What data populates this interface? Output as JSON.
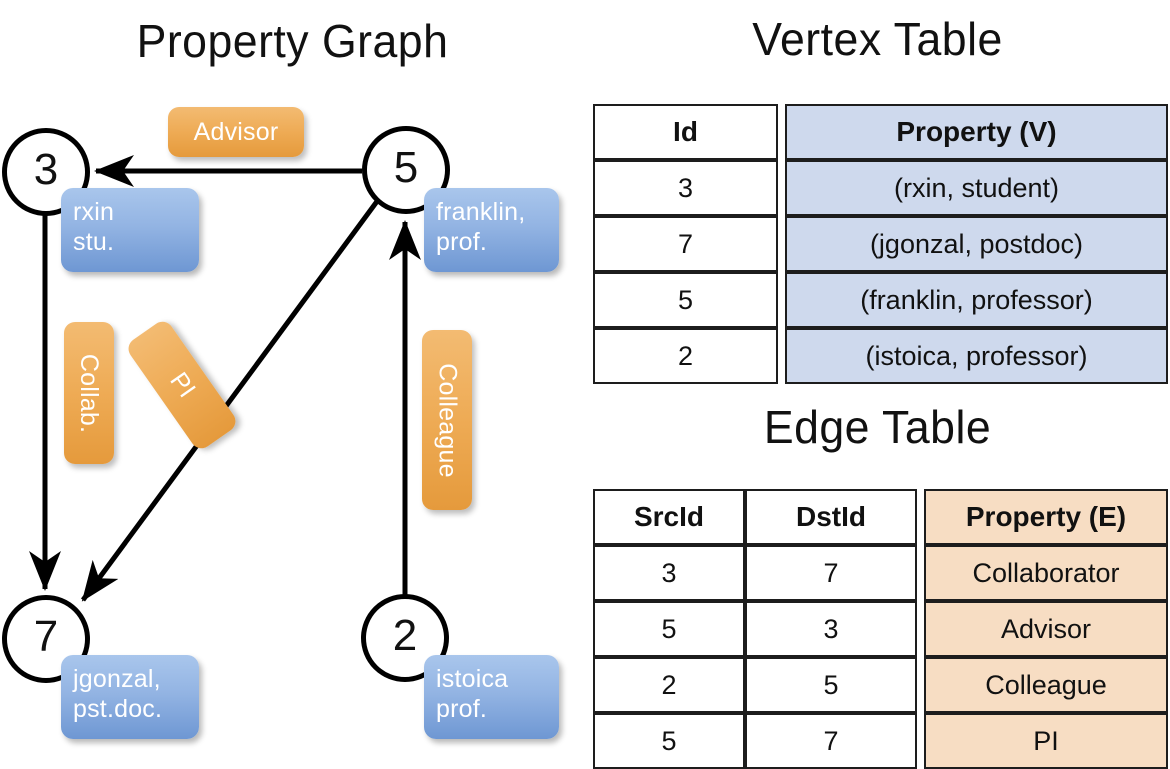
{
  "titles": {
    "property_graph": "Property Graph",
    "vertex_table": "Vertex Table",
    "edge_table": "Edge Table"
  },
  "graph": {
    "nodes": [
      {
        "id": "3",
        "label": "3",
        "property_lines": [
          "rxin",
          "stu."
        ]
      },
      {
        "id": "5",
        "label": "5",
        "property_lines": [
          "franklin,",
          "prof."
        ]
      },
      {
        "id": "7",
        "label": "7",
        "property_lines": [
          "jgonzal,",
          "pst.doc."
        ]
      },
      {
        "id": "2",
        "label": "2",
        "property_lines": [
          "istoica",
          "prof."
        ]
      }
    ],
    "edge_labels": [
      {
        "name": "advisor",
        "text": "Advisor"
      },
      {
        "name": "collab",
        "text": "Collab."
      },
      {
        "name": "pi",
        "text": "PI"
      },
      {
        "name": "colleague",
        "text": "Colleague"
      }
    ],
    "edges": [
      {
        "src": "5",
        "dst": "3",
        "label": "Advisor"
      },
      {
        "src": "3",
        "dst": "7",
        "label": "Collab."
      },
      {
        "src": "5",
        "dst": "7",
        "label": "PI"
      },
      {
        "src": "2",
        "dst": "5",
        "label": "Colleague"
      }
    ]
  },
  "vertex_table": {
    "headers": [
      "Id",
      "Property (V)"
    ],
    "rows": [
      {
        "id": "3",
        "property": "(rxin, student)"
      },
      {
        "id": "7",
        "property": "(jgonzal, postdoc)"
      },
      {
        "id": "5",
        "property": "(franklin, professor)"
      },
      {
        "id": "2",
        "property": "(istoica, professor)"
      }
    ]
  },
  "edge_table": {
    "headers": [
      "SrcId",
      "DstId",
      "Property (E)"
    ],
    "rows": [
      {
        "src": "3",
        "dst": "7",
        "property": "Collaborator"
      },
      {
        "src": "5",
        "dst": "3",
        "property": "Advisor"
      },
      {
        "src": "2",
        "dst": "5",
        "property": "Colleague"
      },
      {
        "src": "5",
        "dst": "7",
        "property": "PI"
      }
    ]
  },
  "colors": {
    "vertex_property_fill": "#ced9ed",
    "edge_property_fill": "#f7ddc3",
    "vertex_box_blue": "#7da3d9",
    "edge_label_orange": "#eeab55",
    "stroke": "#000000",
    "background": "#ffffff"
  }
}
